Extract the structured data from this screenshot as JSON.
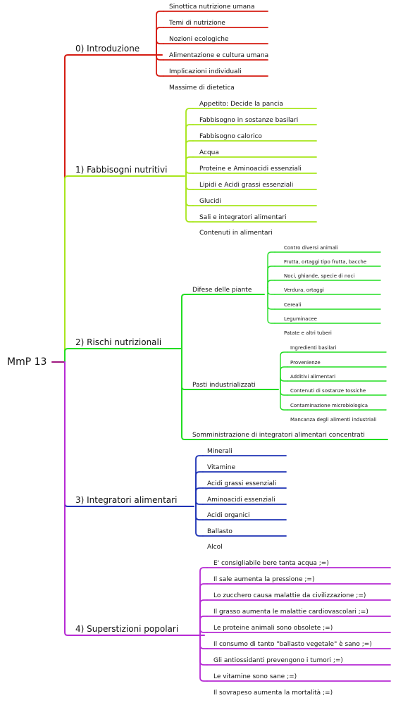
{
  "root": {
    "label": "MmP 13",
    "color": "#a01880"
  },
  "branches": [
    {
      "label": "0) Introduzione",
      "color": "#d51c12",
      "children": [
        {
          "label": "Sinottica nutrizione umana"
        },
        {
          "label": "Temi di nutrizione"
        },
        {
          "label": "Nozioni ecologiche"
        },
        {
          "label": "Alimentazione e cultura umana"
        },
        {
          "label": "Implicazioni individuali"
        },
        {
          "label": "Massime di dietetica"
        }
      ]
    },
    {
      "label": "1) Fabbisogni nutritivi",
      "color": "#a8e61d",
      "children": [
        {
          "label": "Appetito: Decide la pancia"
        },
        {
          "label": "Fabbisogno in sostanze basilari"
        },
        {
          "label": "Fabbisogno calorico"
        },
        {
          "label": "Acqua"
        },
        {
          "label": "Proteine e Aminoacidi essenziali"
        },
        {
          "label": "Lipidi e Acidi grassi essenziali"
        },
        {
          "label": "Glucidi"
        },
        {
          "label": "Sali e integratori alimentari"
        },
        {
          "label": "Contenuti in alimentari"
        }
      ]
    },
    {
      "label": "2) Rischi nutrizionali",
      "color": "#22dd22",
      "children": [
        {
          "label": "Difese delle piante",
          "children": [
            {
              "label": "Contro diversi animali"
            },
            {
              "label": "Frutta, ortaggi tipo frutta, bacche"
            },
            {
              "label": "Noci, ghiande, specie di noci"
            },
            {
              "label": "Verdura, ortaggi"
            },
            {
              "label": "Cereali"
            },
            {
              "label": "Leguminacee"
            },
            {
              "label": "Patate e altri tuberi"
            }
          ]
        },
        {
          "label": "Pasti industrializzati",
          "children": [
            {
              "label": "Ingredienti basilari"
            },
            {
              "label": "Provenienze"
            },
            {
              "label": "Additivi alimentari"
            },
            {
              "label": "Contenuti di sostanze tossiche"
            },
            {
              "label": "Contaminazione microbiologica"
            },
            {
              "label": "Mancanza degli alimenti industriali"
            }
          ]
        },
        {
          "label": "Somministrazione di integratori alimentari concentrati"
        }
      ]
    },
    {
      "label": "3) Integratori alimentari",
      "color": "#1f33b5",
      "children": [
        {
          "label": "Minerali"
        },
        {
          "label": "Vitamine"
        },
        {
          "label": "Acidi grassi essenziali"
        },
        {
          "label": "Aminoacidi essenziali"
        },
        {
          "label": "Acidi organici"
        },
        {
          "label": "Ballasto"
        },
        {
          "label": "Alcol"
        }
      ]
    },
    {
      "label": "4) Superstizioni popolari",
      "color": "#b62ad4",
      "children": [
        {
          "label": "E' consigliabile bere tanta acqua ;=)"
        },
        {
          "label": "Il sale aumenta la pressione ;=)"
        },
        {
          "label": "Lo zucchero causa malattie da civilizzazione ;=)"
        },
        {
          "label": "Il grasso aumenta le malattie cardiovascolari ;=)"
        },
        {
          "label": "Le proteine animali sono obsolete ;=)"
        },
        {
          "label": "Il consumo di tanto \"ballasto vegetale\" è sano ;=)"
        },
        {
          "label": "Gli antiossidanti prevengono i tumori ;=)"
        },
        {
          "label": "Le vitamine sono sane ;=)"
        },
        {
          "label": "Il sovrapeso aumenta la mortalità ;=)"
        }
      ]
    }
  ]
}
